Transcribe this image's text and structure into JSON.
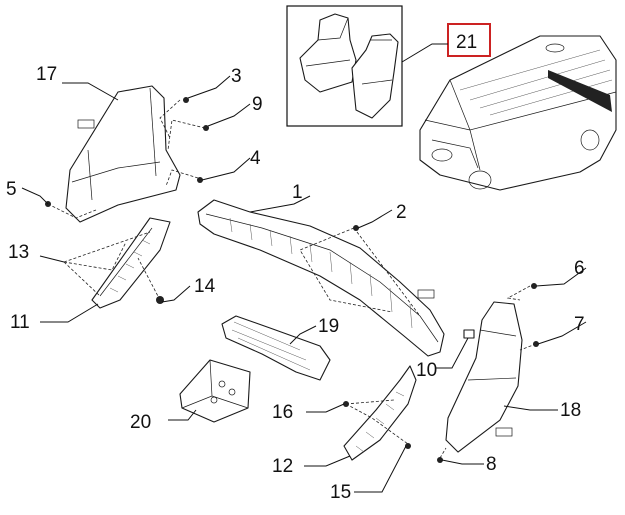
{
  "callouts": {
    "c1": "1",
    "c2": "2",
    "c3": "3",
    "c4": "4",
    "c5": "5",
    "c6": "6",
    "c7": "7",
    "c8": "8",
    "c9": "9",
    "c10": "10",
    "c11": "11",
    "c12": "12",
    "c13": "13",
    "c14": "14",
    "c15": "15",
    "c16": "16",
    "c17": "17",
    "c18": "18",
    "c19": "19",
    "c20": "20",
    "c21": "21"
  },
  "colors": {
    "highlight_box": "#cc2222",
    "line": "#1a1a1a"
  }
}
